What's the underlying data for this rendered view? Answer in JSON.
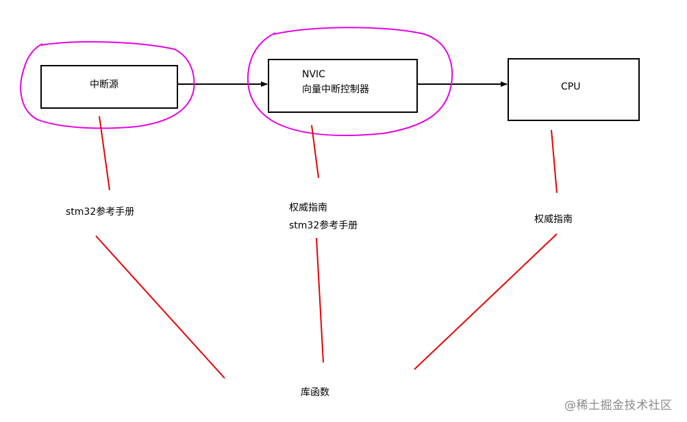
{
  "boxes": {
    "source": {
      "label": "中断源"
    },
    "nvic": {
      "line1": "NVIC",
      "line2": "向量中断控制器"
    },
    "cpu": {
      "label": "CPU"
    }
  },
  "labels": {
    "source_doc": "stm32参考手册",
    "nvic_doc_line1": "权威指南",
    "nvic_doc_line2": "stm32参考手册",
    "cpu_doc": "权威指南",
    "library": "库函数"
  },
  "watermark": "@稀土掘金技术社区",
  "colors": {
    "highlight": "#e600e6",
    "connector": "#e60000",
    "arrow": "#000000"
  }
}
